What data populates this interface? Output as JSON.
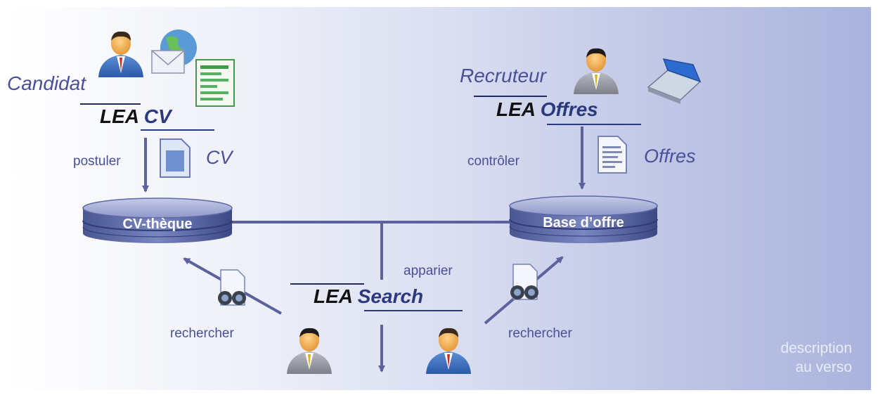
{
  "roles": {
    "candidat": "Candidat",
    "recruteur": "Recruteur"
  },
  "modules": {
    "cv": {
      "prefix": "LEA",
      "name": "CV"
    },
    "offres": {
      "prefix": "LEA",
      "name": "Offres"
    },
    "search": {
      "prefix": "LEA",
      "name": "Search"
    }
  },
  "actions": {
    "postuler": "postuler",
    "controler": "contrôler",
    "apparier": "apparier",
    "rechercher_left": "rechercher",
    "rechercher_right": "rechercher"
  },
  "documents": {
    "cv": "CV",
    "offres": "Offres"
  },
  "databases": {
    "cvtheque": "CV-thèque",
    "base_offre": "Base d’offre"
  },
  "note": {
    "line1": "description",
    "line2": "au verso"
  },
  "colors": {
    "text_accent": "#4a4f9a",
    "arrow": "#5b629e",
    "db_dark": "#3a4886",
    "db_light": "#8b96c8",
    "background_end": "#aab3dc"
  },
  "icons": [
    "person-icon",
    "email-globe-icon",
    "spreadsheet-icon",
    "scanner-icon",
    "document-icon",
    "binoculars-icon"
  ]
}
